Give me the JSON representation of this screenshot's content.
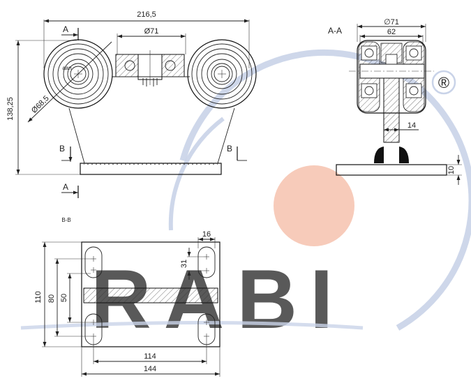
{
  "watermark": {
    "brand": "RABI",
    "registered_symbol": "®",
    "colors": {
      "blue": "#c9d3e8",
      "orange": "#f6c2ae"
    }
  },
  "front_view": {
    "dim_width": "216,5",
    "dim_height": "138,25",
    "dim_wheel_bore": "Ø71",
    "dim_wheel_diameter": "Ø68,5",
    "section_a_top": "A",
    "section_a_bottom": "A",
    "section_b_left": "B",
    "section_b_right": "B",
    "small_text": "aan"
  },
  "section_aa": {
    "title": "A-A",
    "dim_outer": "∅71",
    "dim_inner": "62",
    "dim_shaft": "14",
    "dim_plate": "10"
  },
  "section_bb": {
    "title": "B-B",
    "dim_slot_width": "16",
    "dim_slot_length": "31",
    "dim_height": "110",
    "dim_outer_spacing": "80",
    "dim_inner_spacing": "50",
    "dim_hole_spacing": "114",
    "dim_width": "144"
  }
}
